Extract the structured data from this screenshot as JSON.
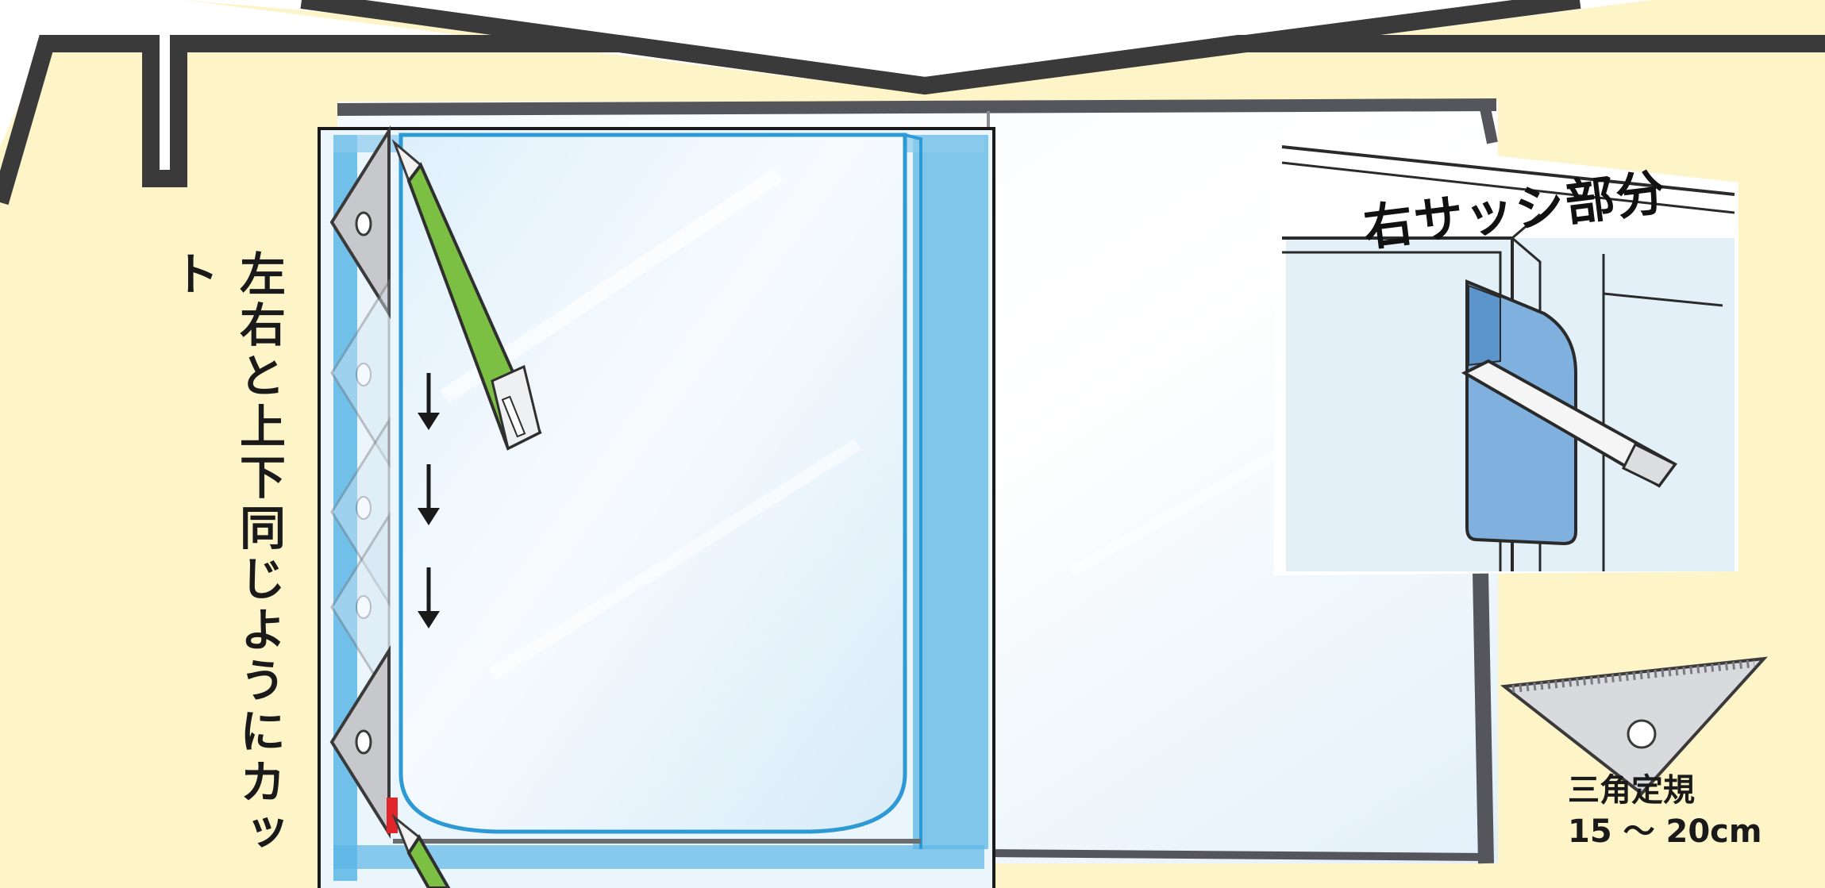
{
  "instruction_text": "左右と上下同じようにカット",
  "inset": {
    "title": "右サッシ部分"
  },
  "ruler": {
    "name": "三角定規",
    "size": "15 ～ 20cm"
  },
  "colors": {
    "background": "#fdf4c8",
    "outline": "#3a3a3a",
    "glass_blue": "#3aa7e0",
    "film_fill": "#e6f3fb",
    "cutter_green": "#6bbf3a",
    "cutter_blue": "#7fb0de"
  },
  "icons": [
    "window-frame",
    "film-sheet",
    "cutter-knife",
    "triangle-ruler",
    "down-arrow"
  ]
}
